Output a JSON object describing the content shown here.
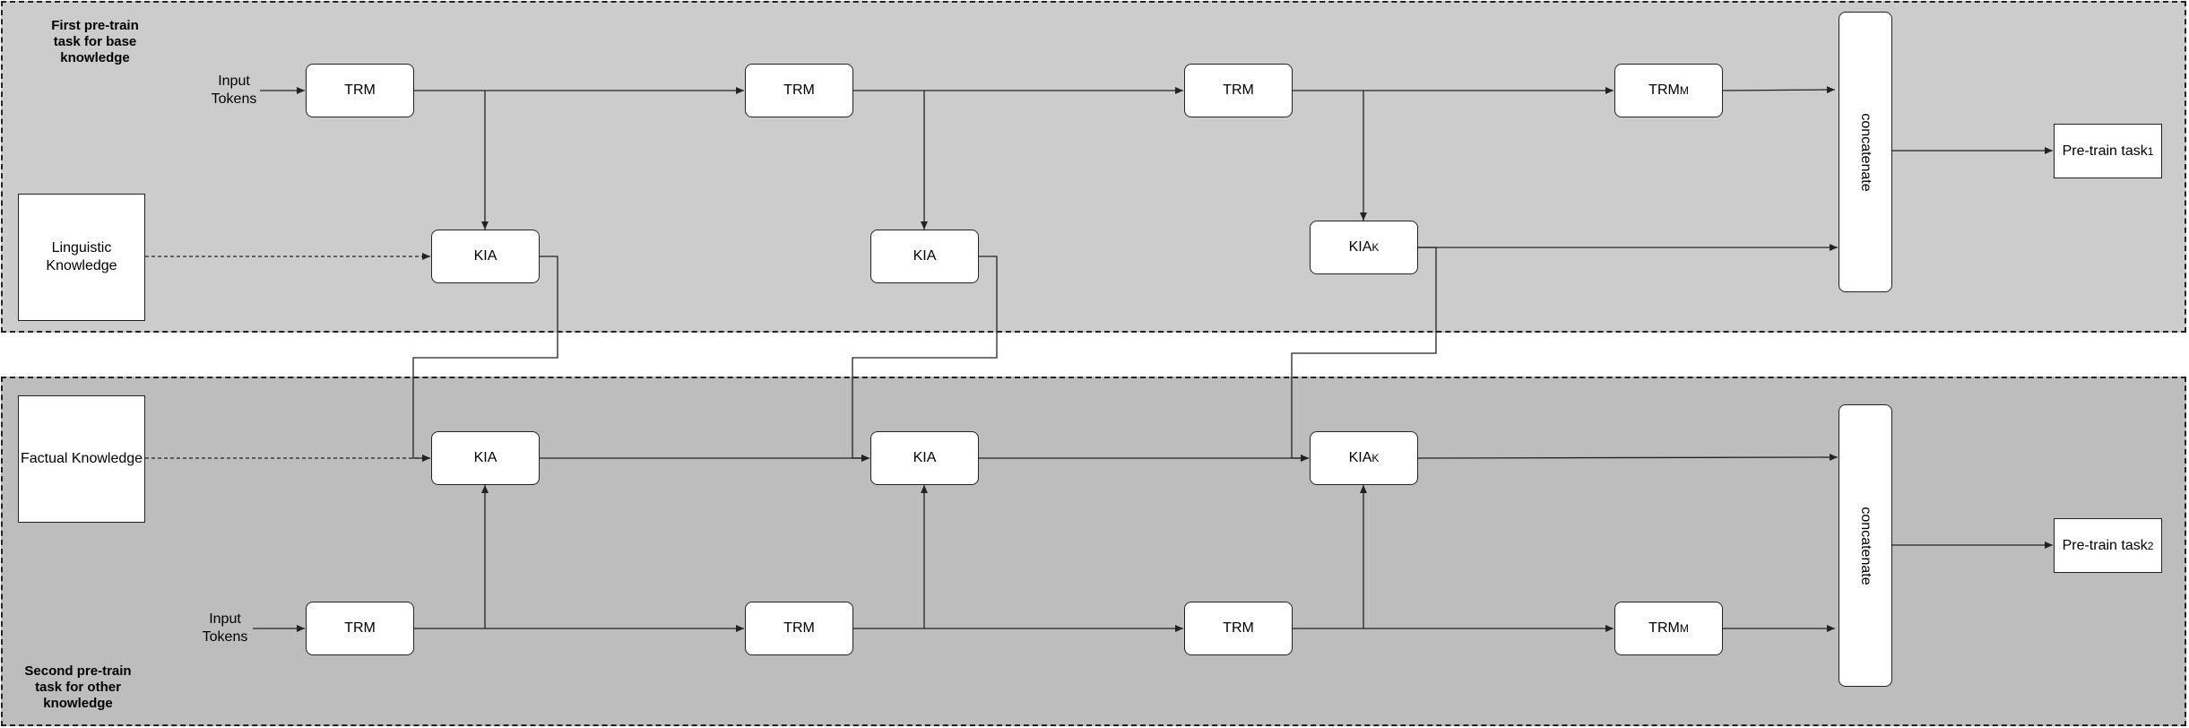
{
  "top_task": {
    "title": "First pre-train\ntask for base\nknowledge",
    "input_label": "Input\nTokens",
    "knowledge": "Linguistic\nKnowledge",
    "trm": [
      "TRM",
      "TRM",
      "TRM"
    ],
    "trm_last": "TRM",
    "trm_last_sub": "M",
    "kia": [
      "KIA",
      "KIA"
    ],
    "kia_last": "KIA",
    "kia_last_sub": "K",
    "concat": "concatenate",
    "output": "Pre-train task",
    "output_sub": "1"
  },
  "bottom_task": {
    "title": "Second pre-train\ntask for other\nknowledge",
    "input_label": "Input\nTokens",
    "knowledge": "Factual Knowledge",
    "trm": [
      "TRM",
      "TRM",
      "TRM"
    ],
    "trm_last": "TRM",
    "trm_last_sub": "M",
    "kia": [
      "KIA",
      "KIA"
    ],
    "kia_last": "KIA",
    "kia_last_sub": "K",
    "concat": "concatenate",
    "output": "Pre-train task",
    "output_sub": "2"
  },
  "colors": {
    "top_panel": "#cccccc",
    "bottom_panel": "#bdbdbd",
    "line": "#222222"
  }
}
